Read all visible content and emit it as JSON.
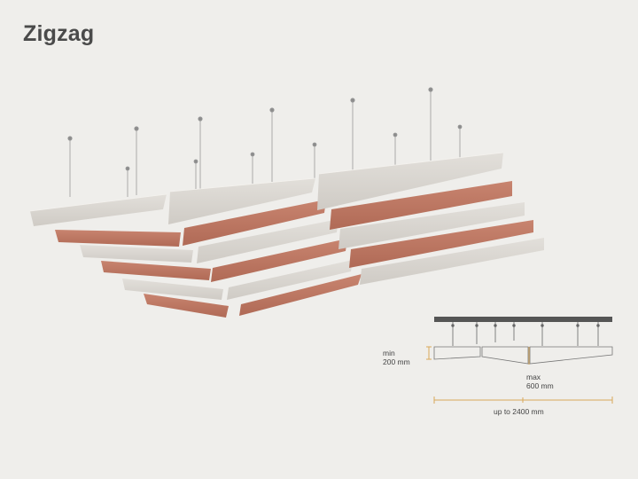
{
  "title": "Zigzag",
  "colors": {
    "background": "#efeeeb",
    "panel_light": "#dcd8d2",
    "panel_terracotta": "#bf7a66",
    "dimension_accent": "#d9a85a",
    "rail": "#555555"
  },
  "diagram": {
    "min_label": "min",
    "min_value": "200 mm",
    "max_label": "max",
    "max_value": "600 mm",
    "width_value": "up to 2400 mm"
  }
}
